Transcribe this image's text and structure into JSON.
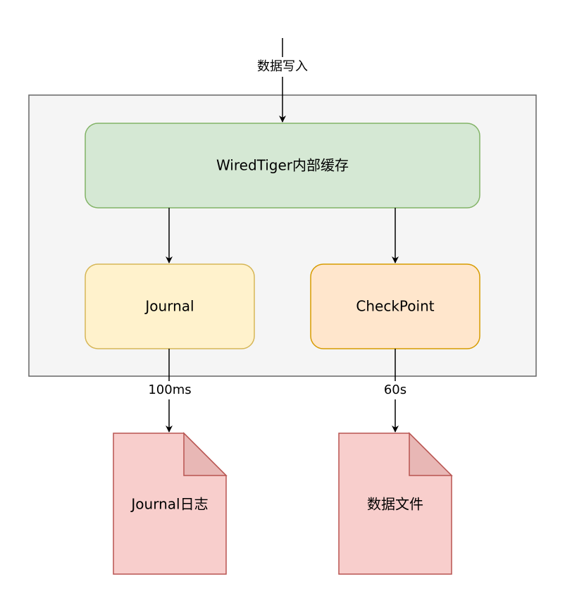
{
  "diagram": {
    "input_label": "数据写入",
    "cache": {
      "label": "WiredTiger内部缓存"
    },
    "journal": {
      "label": "Journal"
    },
    "checkpoint": {
      "label": "CheckPoint"
    },
    "journal_interval": "100ms",
    "checkpoint_interval": "60s",
    "journal_file": {
      "label": "Journal日志"
    },
    "data_file": {
      "label": "数据文件"
    }
  },
  "colors": {
    "container_fill": "#f5f5f5",
    "container_stroke": "#666666",
    "cache_fill": "#d5e8d4",
    "cache_stroke": "#82b366",
    "journal_fill": "#fff2cc",
    "journal_stroke": "#d6b656",
    "checkpoint_fill": "#ffe6cc",
    "checkpoint_stroke": "#d79b00",
    "file_fill": "#f8cecc",
    "file_stroke": "#b85450",
    "file_fold_fill": "#e8b7b5"
  }
}
